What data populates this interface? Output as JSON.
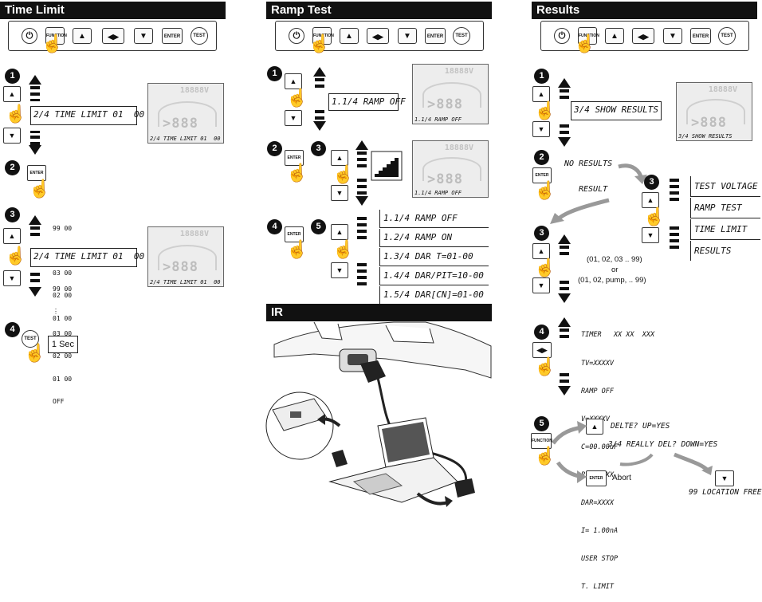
{
  "sections": {
    "time_limit": "Time Limit",
    "ramp_test": "Ramp Test",
    "results": "Results",
    "ir": "IR"
  },
  "buttons": {
    "power_symbol": "⏻",
    "function": "FUNCTION",
    "up": "▲",
    "left_right": "◀▶",
    "down": "▼",
    "enter": "ENTER",
    "test": "TEST"
  },
  "screen": {
    "top_digits": "18888V",
    "main_digits": ">888"
  },
  "time_limit": {
    "steps": [
      "1",
      "2",
      "3",
      "4"
    ],
    "display1": "2/4 TIME LIMIT 01  00",
    "screen_caption": "2/4 TIME LIMIT 01  00",
    "display2": "2/4 TIME LIMIT 01  00",
    "screen2_caption": "2/4 TIME LIMIT 01  00",
    "values_up": [
      "99 00",
      "⋮",
      "03 00",
      "02 00",
      "01 00"
    ],
    "values_down": [
      "99 00",
      "⋮",
      "03 00",
      "02 00",
      "01 00",
      "OFF"
    ],
    "one_sec": "1 Sec"
  },
  "ramp_test": {
    "steps": [
      "1",
      "2",
      "3",
      "4",
      "5"
    ],
    "display1": "1.1/4 RAMP OFF",
    "screen1_caption": "1.1/4 RAMP OFF",
    "screen2_caption": "1.1/4 RAMP OFF",
    "options": [
      "1.1/4 RAMP OFF",
      "1.2/4 RAMP ON",
      "1.3/4 DAR T=01-00",
      "1.4/4 DAR/PIT=10-00",
      "1.5/4 DAR[CN]=01-00"
    ]
  },
  "results": {
    "steps": [
      "1",
      "2",
      "3",
      "3",
      "4",
      "5"
    ],
    "display1": "3/4 SHOW RESULTS",
    "screen_caption": "3/4 SHOW RESULTS",
    "no_results": "NO RESULTS",
    "result": "RESULT",
    "menu": [
      "TEST VOLTAGE",
      "RAMP TEST",
      "TIME LIMIT",
      "RESULTS"
    ],
    "range1": "(01, 02, 03 .. 99)",
    "or": "or",
    "range2": "(01, 02, pump, .. 99)",
    "list": [
      "TIMER   XX XX  XXX",
      "TV=XXXXV",
      "RAMP OFF",
      "V=XXXXV",
      "C=00.00uF",
      "PI=XXXXX",
      "DAR=XXXX",
      "I= 1.00nA",
      "USER STOP",
      "T. LIMIT"
    ],
    "delete_prompt": "DELTE? UP=YES",
    "really_del": "3/4 REALLY DEL? DOWN=YES",
    "abort": "Abort",
    "location_free": "99 LOCATION FREE"
  }
}
